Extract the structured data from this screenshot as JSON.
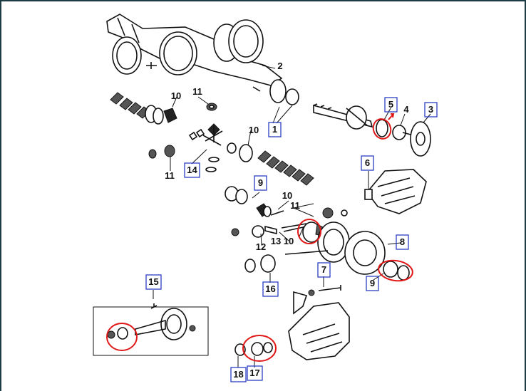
{
  "diagram": {
    "callouts": [
      {
        "id": "c1",
        "text": "1",
        "boxed": true
      },
      {
        "id": "c2",
        "text": "2",
        "boxed": false
      },
      {
        "id": "c3",
        "text": "3",
        "boxed": true
      },
      {
        "id": "c4",
        "text": "4",
        "boxed": false
      },
      {
        "id": "c5",
        "text": "5",
        "boxed": true
      },
      {
        "id": "c6",
        "text": "6",
        "boxed": true
      },
      {
        "id": "c7",
        "text": "7",
        "boxed": true
      },
      {
        "id": "c8",
        "text": "8",
        "boxed": true
      },
      {
        "id": "c9a",
        "text": "9",
        "boxed": true
      },
      {
        "id": "c9b",
        "text": "9",
        "boxed": true
      },
      {
        "id": "c10a",
        "text": "10",
        "boxed": false
      },
      {
        "id": "c10b",
        "text": "10",
        "boxed": false
      },
      {
        "id": "c10c",
        "text": "10",
        "boxed": false
      },
      {
        "id": "c10d",
        "text": "10",
        "boxed": false
      },
      {
        "id": "c11a",
        "text": "11",
        "boxed": false
      },
      {
        "id": "c11b",
        "text": "11",
        "boxed": false
      },
      {
        "id": "c11c",
        "text": "11",
        "boxed": false
      },
      {
        "id": "c12",
        "text": "12",
        "boxed": false
      },
      {
        "id": "c13",
        "text": "13",
        "boxed": false
      },
      {
        "id": "c14",
        "text": "14",
        "boxed": true
      },
      {
        "id": "c15",
        "text": "15",
        "boxed": true
      },
      {
        "id": "c16",
        "text": "16",
        "boxed": true
      },
      {
        "id": "c17",
        "text": "17",
        "boxed": true
      },
      {
        "id": "c18",
        "text": "18",
        "boxed": true
      }
    ],
    "highlight_color": "#e01717",
    "box_color": "#2b3fc4"
  }
}
